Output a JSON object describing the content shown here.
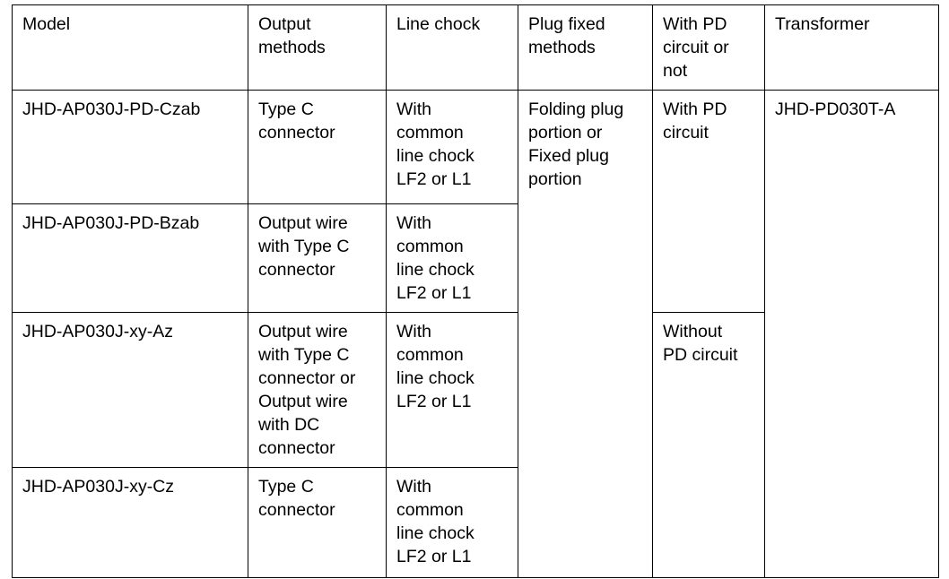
{
  "table": {
    "headers": [
      "Model",
      "Output\nmethods",
      "Line chock",
      "Plug fixed\nmethods",
      "With PD\ncircuit or\nnot",
      "Transformer"
    ],
    "rows": [
      {
        "model": "JHD-AP030J-PD-Czab",
        "output_methods": "Type C\nconnector",
        "line_chock": "With\ncommon\nline chock\nLF2 or L1",
        "plug_fixed_methods": "Folding plug\nportion or\nFixed plug\nportion",
        "pd_circuit": "With PD\ncircuit",
        "transformer": "JHD-PD030T-A"
      },
      {
        "model": "JHD-AP030J-PD-Bzab",
        "output_methods": "Output wire\nwith Type C\nconnector",
        "line_chock": "With\ncommon\nline chock\nLF2 or L1"
      },
      {
        "model": "JHD-AP030J-xy-Az",
        "output_methods": "Output wire\nwith Type C\nconnector or\nOutput wire\nwith DC\nconnector",
        "line_chock": "With\ncommon\nline chock\nLF2 or L1",
        "pd_circuit": "Without\nPD circuit"
      },
      {
        "model": "JHD-AP030J-xy-Cz",
        "output_methods": "Type C\nconnector",
        "line_chock": "With\ncommon\nline chock\nLF2 or L1"
      }
    ]
  },
  "colors": {
    "border": "#000000",
    "text": "#000000",
    "background": "#ffffff"
  }
}
